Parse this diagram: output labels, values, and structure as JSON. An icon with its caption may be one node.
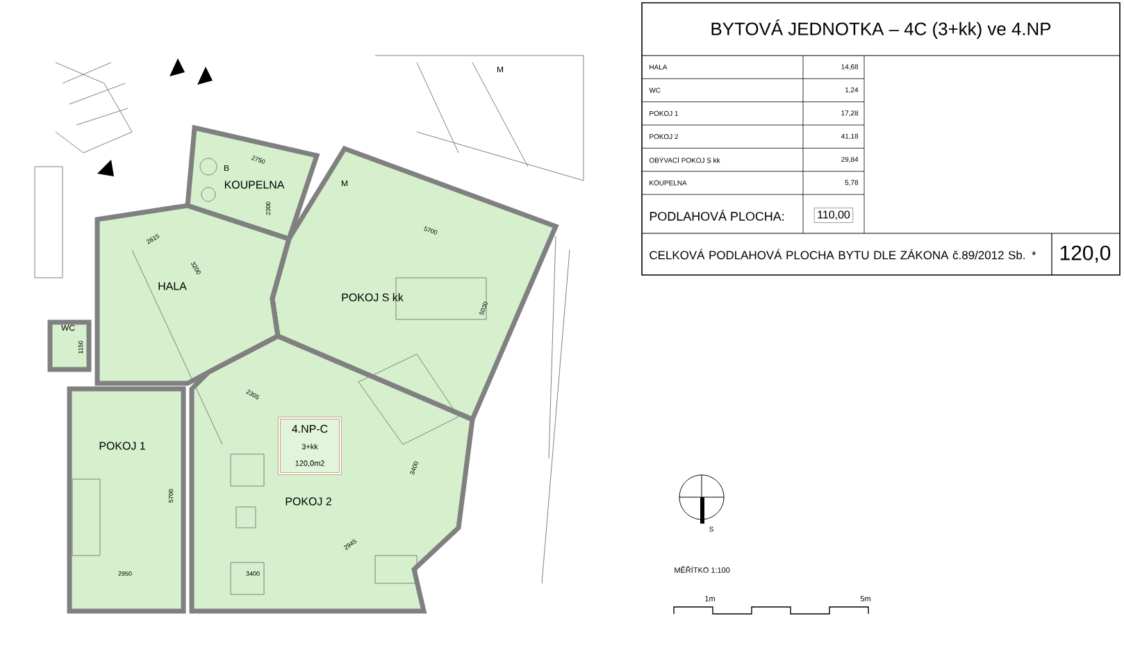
{
  "diagram": {
    "title": "BYTOVÁ JEDNOTKA – 4C (3+kk) ve 4.NP",
    "nodes": [
      {
        "text": [
          "4.NP-C",
          "3+kk",
          "120,0m2"
        ]
      }
    ],
    "labels": [
      "HALA",
      "14,68",
      "WC",
      "1,24",
      "POKOJ 1",
      "17,28",
      "POKOJ 2",
      "41,18",
      "OBÝVACÍ POKOJ S kk",
      "29,84",
      "KOUPELNA",
      "5,78",
      "PODLAHOVÁ PLOCHA:",
      "110,00",
      "CELKOVÁ PODLAHOVÁ PLOCHA BYTU DLE ZÁKONA č.89/2012 Sb. *",
      "120,0",
      "M",
      "2750",
      "B",
      "KOUPELNA",
      "M",
      "2300",
      "5700",
      "2615",
      "3200",
      "HALA",
      "POKOJ S kk",
      "5030",
      "WC",
      "1150",
      "2305",
      "POKOJ 1",
      "3400",
      "5700",
      "POKOJ 2",
      "2945",
      "2950",
      "3400",
      "S",
      "MĚŘÍTKO 1:100",
      "1m",
      "5m"
    ]
  }
}
